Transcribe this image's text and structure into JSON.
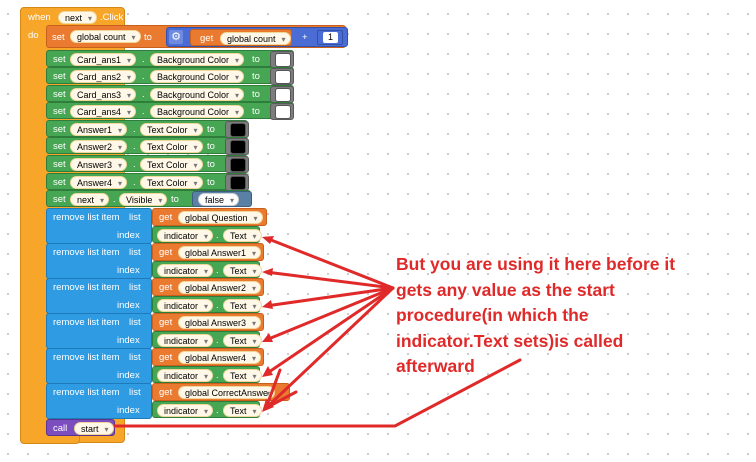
{
  "event": {
    "when_label": "when",
    "component": "next",
    "event_name": ".Click",
    "do_label": "do"
  },
  "labels": {
    "set": "set",
    "to": "to",
    "get": "get",
    "dot": ".",
    "plus": "+",
    "remove": "remove list item",
    "list": "list",
    "index": "index",
    "call": "call"
  },
  "counter": {
    "variable": "global count",
    "get_variable": "global count",
    "increment": "1"
  },
  "background_blocks": [
    {
      "component": "Card_ans1",
      "property": "Background Color",
      "color": "#ffffff"
    },
    {
      "component": "Card_ans2",
      "property": "Background Color",
      "color": "#ffffff"
    },
    {
      "component": "Card_ans3",
      "property": "Background Color",
      "color": "#ffffff"
    },
    {
      "component": "Card_ans4",
      "property": "Background Color",
      "color": "#ffffff"
    }
  ],
  "text_color_blocks": [
    {
      "component": "Answer1",
      "property": "Text Color",
      "color": "#000000"
    },
    {
      "component": "Answer2",
      "property": "Text Color",
      "color": "#000000"
    },
    {
      "component": "Answer3",
      "property": "Text Color",
      "color": "#000000"
    },
    {
      "component": "Answer4",
      "property": "Text Color",
      "color": "#000000"
    }
  ],
  "visible_block": {
    "component": "next",
    "property": "Visible",
    "value": "false"
  },
  "remove_items": [
    {
      "list": "global Question",
      "index_component": "indicator",
      "index_property": "Text"
    },
    {
      "list": "global Answer1",
      "index_component": "indicator",
      "index_property": "Text"
    },
    {
      "list": "global Answer2",
      "index_component": "indicator",
      "index_property": "Text"
    },
    {
      "list": "global Answer3",
      "index_component": "indicator",
      "index_property": "Text"
    },
    {
      "list": "global Answer4",
      "index_component": "indicator",
      "index_property": "Text"
    },
    {
      "list": "global CorrectAnswe",
      "index_component": "indicator",
      "index_property": "Text"
    }
  ],
  "call_block": {
    "procedure": "start"
  },
  "annotation": "But you are using it here before it\ngets any value as the start\nprocedure(in which the\nindicator.Text sets)is called\nafterward",
  "colors": {
    "event": "#f7a62a",
    "variable": "#ea7a30",
    "component": "#46a653",
    "list": "#2e9be3",
    "procedure": "#7c4dbf",
    "annotation": "#e02a2a"
  }
}
